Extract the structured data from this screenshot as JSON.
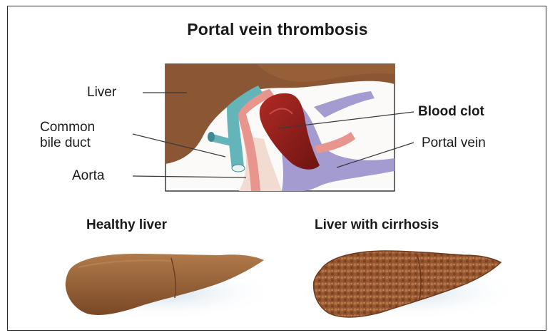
{
  "title": "Portal vein thrombosis",
  "labels": {
    "liver": "Liver",
    "common_bile_duct_line1": "Common",
    "common_bile_duct_line2": "bile duct",
    "aorta": "Aorta",
    "blood_clot": "Blood clot",
    "portal_vein": "Portal vein"
  },
  "captions": {
    "healthy": "Healthy liver",
    "cirrhosis": "Liver with cirrhosis"
  },
  "colors": {
    "liver": "#8a5734",
    "liver_light": "#a8713f",
    "bile_duct": "#5fb3b8",
    "artery": "#e59a93",
    "clot": "#8e1d1b",
    "portal_vein": "#9c94c8",
    "aorta": "#f1d8cf",
    "cirrhosis": "#9a5b34"
  }
}
